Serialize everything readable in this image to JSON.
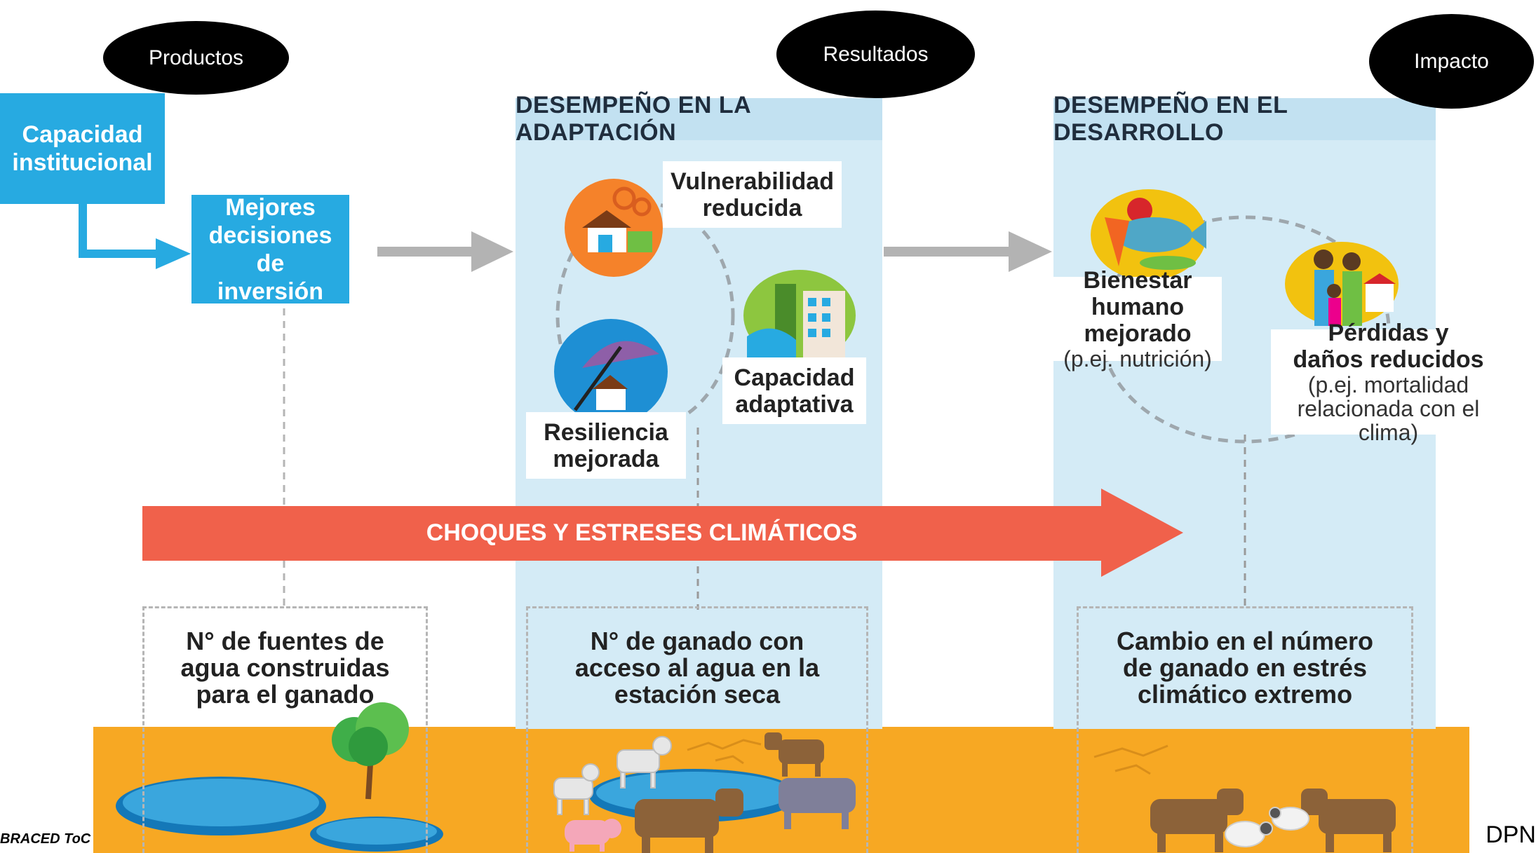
{
  "stages": {
    "products": "Productos",
    "results": "Resultados",
    "impact": "Impacto"
  },
  "boxes": {
    "institutional_capacity": "Capacidad institucional",
    "better_decisions": "Mejores decisiones de inversión"
  },
  "panels": {
    "adaptation": {
      "header": "DESEMPEÑO EN LA ADAPTACIÓN",
      "vulnerability": "Vulnerabilidad reducida",
      "adaptive_capacity": "Capacidad adaptativa",
      "resilience": "Resiliencia mejorada"
    },
    "development": {
      "header": "DESEMPEÑO EN EL DESARROLLO",
      "wellbeing_title": "Bienestar humano mejorado",
      "wellbeing_example": "(p.ej. nutrición)",
      "losses_title": "Pérdidas y daños reducidos",
      "losses_example": "(p.ej. mortalidad relacionada con el clima)"
    }
  },
  "banner": {
    "text": "CHOQUES Y ESTRESES CLIMÁTICOS",
    "color": "#f0614b"
  },
  "indicators": {
    "products": "N° de fuentes de agua construidas para el ganado",
    "results": "N° de ganado con acceso al agua en la estación seca",
    "impact": "Cambio en el número de ganado en estrés climático extremo"
  },
  "footer": {
    "left": "BRACED ToC",
    "right": "DPN"
  },
  "icons": [
    "house-gears-icon",
    "tree-building-icon",
    "umbrella-house-icon",
    "food-icon",
    "family-icon",
    "lightning-icon",
    "pond-icon",
    "tree-icon",
    "goat-icon",
    "cow-icon",
    "pig-icon",
    "sheep-icon"
  ],
  "colors": {
    "accent_blue": "#27aae1",
    "panel_blue": "#d4ebf6",
    "ground": "#f7a823",
    "arrow_gray": "#b3b3b3",
    "banner_red": "#f0614b",
    "lightning": "#f9b233"
  }
}
